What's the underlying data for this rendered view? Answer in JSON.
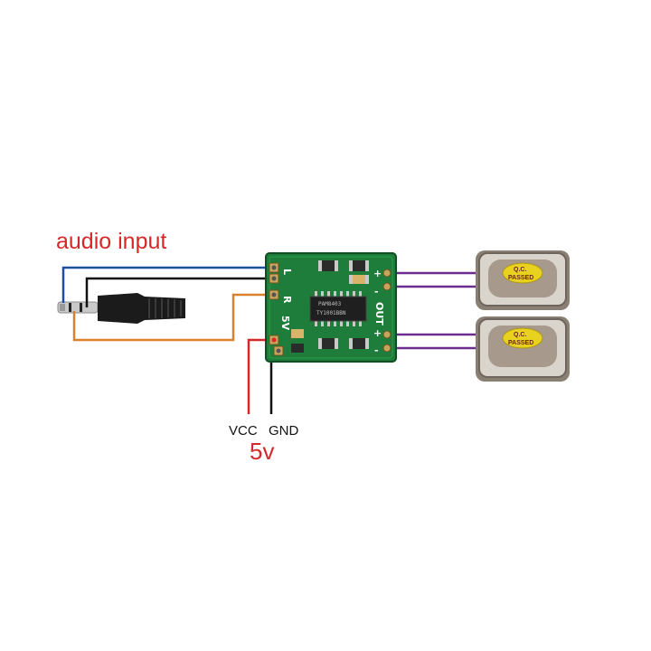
{
  "labels": {
    "audio_input": "audio input",
    "vcc": "VCC",
    "gnd": "GND",
    "voltage": "5v"
  },
  "board": {
    "marks": {
      "left": "L",
      "right": "R",
      "power": "5V",
      "output": "OUT",
      "plus_top": "+",
      "minus_top": "-",
      "plus_bottom": "+",
      "minus_bottom": "-"
    },
    "chip": {
      "line1": "PAM8403",
      "line2": "TY1001BBN"
    }
  },
  "speakers": [
    {
      "label_line1": "Q.C.",
      "label_line2": "PASSED"
    },
    {
      "label_line1": "Q.C.",
      "label_line2": "PASSED"
    }
  ],
  "colors": {
    "background": "#ffffff",
    "label_red": "#d62828",
    "wire_blue": "#1c4fa0",
    "wire_black": "#111111",
    "wire_orange": "#d9822b",
    "wire_purple": "#6a2d8f",
    "wire_red": "#d62828",
    "pcb_green": "#1e7d3a",
    "speaker_label_yellow": "#e8d21f"
  }
}
